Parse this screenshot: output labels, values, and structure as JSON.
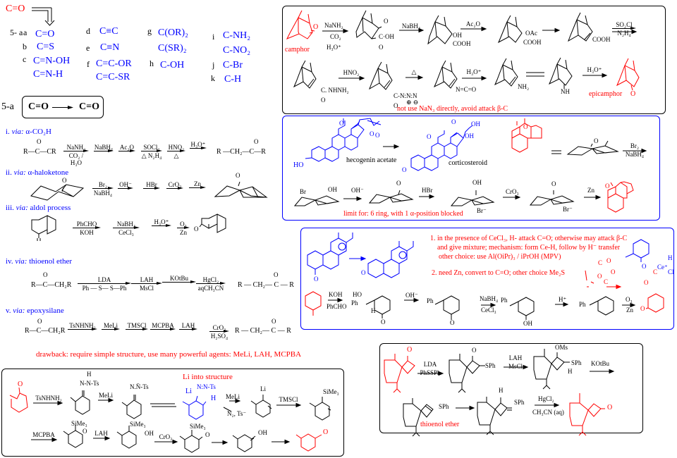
{
  "title": {
    "carbonyl": "C=O",
    "label_5a": "5- a"
  },
  "groups": {
    "a": {
      "letter": "a",
      "formula": "C=O"
    },
    "b": {
      "letter": "b",
      "formula": "C=S"
    },
    "c": {
      "letter": "c",
      "formula1": "C=N-OH",
      "formula2": "C=N-H"
    },
    "d": {
      "letter": "d",
      "formula": "C≡C"
    },
    "e": {
      "letter": "e",
      "formula": "C≡N"
    },
    "f": {
      "letter": "f",
      "formula1": "C=C-OR",
      "formula2": "C=C-SR"
    },
    "g": {
      "letter": "g",
      "formula1": "C(OR)₂",
      "formula2": "C(SR)₂"
    },
    "h": {
      "letter": "h",
      "formula": "C-OH"
    },
    "i": {
      "letter": "i",
      "formula1": "C-NH₂",
      "formula2": "C-NO₂"
    },
    "j": {
      "letter": "j",
      "formula": "C-Br"
    },
    "k": {
      "letter": "k",
      "formula": "C-H"
    }
  },
  "transposition": {
    "label": "5-a",
    "from": "C=O",
    "to": "C=O"
  },
  "methods": {
    "i": {
      "heading_num": "i.",
      "heading_via": "via:",
      "heading_name": "α-CO₂H",
      "start": "R—C—CR",
      "start_o": "O",
      "steps": [
        {
          "top": "NaNH₂",
          "bottom": "CO₂ / H₃O"
        },
        {
          "top": "NaBH₄",
          "bottom": ""
        },
        {
          "top": "Ac₂O",
          "bottom": ""
        },
        {
          "top": "SOCl₂",
          "bottom": "△ N₂H₄"
        },
        {
          "top": "HNO₂",
          "bottom": "△"
        },
        {
          "top": "H₃O⁺",
          "bottom": ""
        }
      ],
      "product": "R —CH₂—C—R",
      "product_o": "O"
    },
    "ii": {
      "heading_num": "ii.",
      "heading_via": "via:",
      "heading_name": "α-haloketone",
      "start_o": "O",
      "steps": [
        {
          "top": "Br₂",
          "bottom": "NaBH₄"
        },
        {
          "top": "OH⁻",
          "bottom": ""
        },
        {
          "top": "HBr",
          "bottom": ""
        },
        {
          "top": "CrO₃",
          "bottom": ""
        },
        {
          "top": "Zn",
          "bottom": ""
        }
      ],
      "product_o": "O"
    },
    "iii": {
      "heading_num": "iii.",
      "heading_via": "via:",
      "heading_name": "aldol process",
      "start_o": "O",
      "steps": [
        {
          "top": "PhCHO",
          "bottom": "KOH"
        },
        {
          "top": "NaBH₄",
          "bottom": "CeCl₃"
        },
        {
          "top": "H₃O⁺",
          "bottom": ""
        },
        {
          "top": "O₃",
          "bottom": "Zn"
        }
      ],
      "product_o": "O"
    },
    "iv": {
      "heading_num": "iv.",
      "heading_via": "via:",
      "heading_name": "thioenol ether",
      "start": "R—C—CH₂R",
      "start_o": "O",
      "steps": [
        {
          "top": "LDA",
          "bottom": "Ph — S— S—Ph"
        },
        {
          "top": "LAH",
          "bottom": "MsCl"
        },
        {
          "top": "KOtBu",
          "bottom": ""
        },
        {
          "top": "HgCl₂",
          "bottom": "aqCH₃CN"
        }
      ],
      "product": "R — CH₂— C — R",
      "product_o": "O"
    },
    "v": {
      "heading_num": "v.",
      "heading_via": "via:",
      "heading_name": "epoxysilane",
      "start": "R—C—CH₂R",
      "start_o": "O",
      "steps": [
        {
          "top": "TsNHNH₂",
          "bottom": ""
        },
        {
          "top": "MeLi",
          "bottom": ""
        },
        {
          "top": "TMSCl",
          "bottom": ""
        },
        {
          "top": "MCPBA",
          "bottom": ""
        },
        {
          "top": "LAH",
          "bottom": ""
        },
        {
          "top": "CrO₃",
          "bottom": "H₂SO₄"
        }
      ],
      "product": "R — CH₂— C — R",
      "product_o": "O",
      "drawback": "drawback:  require simple structure, use many powerful agents: MeLi, LAH, MCPBA"
    }
  },
  "shapiro_box": {
    "note": "Li into structure",
    "labels": {
      "o_start": "O",
      "hydrazone_h": "H",
      "hydrazone": "N-N-Ts",
      "anion": "N.N̄-Ts",
      "dianion_li": "Li",
      "dianion_n": "N:N-Ts",
      "dianion_h": "H",
      "vinyl_li": "Li",
      "vinyl_si": "SiMe₃",
      "epox_si": "SiMe₃",
      "epox_o": "O",
      "alc_si": "SiMe₃",
      "alc_oh": "OH",
      "ket_si": "SiMe₃",
      "ket_o": "O",
      "enol_oh": "OH",
      "final_o": "O",
      "byproducts": "N₂, Ts⁻"
    },
    "steps": [
      {
        "top": "TsNHNH₂",
        "bottom": ""
      },
      {
        "top": "MeLi",
        "bottom": ""
      },
      {
        "top": "MeLi",
        "bottom": ""
      },
      {
        "top": "TMSCl",
        "bottom": ""
      },
      {
        "top": "MCPBA",
        "bottom": ""
      },
      {
        "top": "LAH",
        "bottom": ""
      },
      {
        "top": "CrO₃",
        "bottom": ""
      },
      {
        "top": "",
        "bottom": ""
      },
      {
        "top": "",
        "bottom": ""
      }
    ]
  },
  "camphor_box": {
    "start_name": "camphor",
    "end_name": "epicamphor",
    "note": "not use NaN₃ directly, avoid attack β-C",
    "labels": {
      "o1": "O",
      "acid_o": "O",
      "acid_cooh": "C·OH",
      "acid_co": "O",
      "hydroxy_oh": "OH",
      "hydroxy_cooh": "COOH",
      "oac": "OAc",
      "oac_cooh": "COOH",
      "ene_cooh": "COOH",
      "hydrazide": "C. NHNH₂",
      "hydrazide_o": "O",
      "azide": "C-N:N:N",
      "azide_o": "O",
      "azide_charges": "⊕ ⊖",
      "isocyanate": "N=C=O",
      "amine": "NH₂",
      "imine": "NH",
      "epi_o": "O"
    },
    "steps": [
      {
        "top": "NaNH₂",
        "bottom": "CO₂",
        "bottom2": "H₃O⁺"
      },
      {
        "top": "NaBH₄",
        "bottom": ""
      },
      {
        "top": "Ac₂O",
        "bottom": ""
      },
      {
        "top": "",
        "bottom": ""
      },
      {
        "top": "SO₂Cl",
        "bottom": "N₂H₄"
      },
      {
        "top": "HNO₂",
        "bottom": ""
      },
      {
        "top": "△",
        "bottom": ""
      },
      {
        "top": "H₃O⁺",
        "bottom": ""
      },
      {
        "top": "H₃O⁺",
        "bottom": ""
      }
    ]
  },
  "steroid_box": {
    "hecogenin": "hecogenin acetate",
    "corticosteroid": "corticosteroid",
    "ho": "HO",
    "note": "limit for: 6 ring, with 1 α-position blocked",
    "labels": {
      "o_top": "O",
      "o_ring": "O",
      "o_ring2": "O",
      "cs_o1": "O",
      "cs_oh": "OH",
      "cs_o2": "O",
      "cs_oh2": "OH",
      "cs_o3": "O",
      "red_o": "O",
      "chair_o": "O",
      "br1": "Br",
      "oh1": "OH",
      "o2": "O",
      "oh3": "OH",
      "br3": "Br⁻",
      "o4": "O",
      "br4": "Br⁻",
      "red_o2": "O"
    },
    "steps": [
      {
        "top": "",
        "bottom": ""
      },
      {
        "top": "Br₂",
        "bottom": "NaBH₄"
      },
      {
        "top": "OH⁻",
        "bottom": ""
      },
      {
        "top": "HBr",
        "bottom": ""
      },
      {
        "top": "CrO₃",
        "bottom": ""
      },
      {
        "top": "Zn",
        "bottom": ""
      }
    ]
  },
  "cecl3_box": {
    "note1_l1": "1. in the presence of CeCl₃, H- attack C=O; otherwise may attack β-C",
    "note1_l2": "and give mixture; mechanism: form Ce-H, follow by H⁻ transfer",
    "note1_l3": "other choice: use Al(OiPr)₃ / iPrOH  (MPV)",
    "note2": "2. need Zn, convert to C=O; other choice Me₂S",
    "labels": {
      "o_left": "O",
      "o_prod": "O",
      "red_o": "O",
      "ho": "HO",
      "ph1": "Ph",
      "h1": "H",
      "o1": "O",
      "ph2": "Ph",
      "o2": "O",
      "ph3": "Ph",
      "oh3": "OH",
      "ph4": "Ph",
      "o_final": "O",
      "ce_h": "H",
      "ce": "Ce⁺",
      "cl": "Cl",
      "ce_o": "O",
      "ce_c": "C",
      "ce_o2": "O",
      "oz_c1": "C",
      "oz_o1": "O",
      "oz_o2": "O",
      "oz_o3": "O",
      "oz_c2": "C"
    },
    "steps": [
      {
        "top": "",
        "bottom": ""
      },
      {
        "top": "KOH",
        "bottom": "PhCHO"
      },
      {
        "top": "OH⁻",
        "bottom": ""
      },
      {
        "top": "NaBH₄",
        "bottom": "CeCl₃"
      },
      {
        "top": "H⁺",
        "bottom": ""
      },
      {
        "top": "O₃",
        "bottom": "Zn"
      },
      {
        "top": "",
        "bottom": ""
      }
    ]
  },
  "spiro_box": {
    "thioenol": "thioenol ether",
    "labels": {
      "o1": "O",
      "o2": "O",
      "sph2": "SPh",
      "oms": "OMs",
      "sph3": "SPh",
      "h3": "H",
      "sph4": "SPh",
      "h5": "H",
      "sph5": "SPh",
      "o6": "O"
    },
    "steps": [
      {
        "top": "LDA",
        "bottom": "PhSSPh"
      },
      {
        "top": "LAH",
        "bottom": "MsCl"
      },
      {
        "top": "KOtBu",
        "bottom": ""
      },
      {
        "top": "",
        "bottom": ""
      },
      {
        "top": "HgCl₂",
        "bottom": "CH₃CN (aq)"
      }
    ]
  },
  "colors": {
    "highlight": "#ff0000",
    "accent": "#0000ff",
    "ink": "#000000"
  }
}
